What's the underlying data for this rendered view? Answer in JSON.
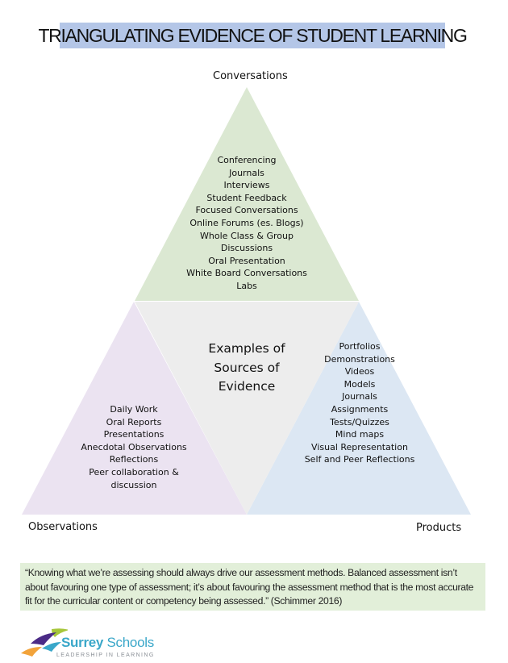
{
  "title": "TRIANGULATING EVIDENCE OF STUDENT LEARNING",
  "colors": {
    "title_bg": "#b4c6e7",
    "conversations": "#dbe8d2",
    "observations": "#ebe3f1",
    "products": "#dce7f3",
    "center": "#ededed",
    "quote_bg": "#e2efd9"
  },
  "vertices": {
    "top": "Conversations",
    "left": "Observations",
    "right": "Products"
  },
  "center_label": [
    "Examples of",
    "Sources of",
    "Evidence"
  ],
  "conversations_items": [
    "Conferencing",
    "Journals",
    "Interviews",
    "Student Feedback",
    "Focused Conversations",
    "Online Forums (es. Blogs)",
    "Whole Class & Group",
    "Discussions",
    "Oral Presentation",
    "White Board Conversations",
    "Labs"
  ],
  "observations_items": [
    "Daily Work",
    "Oral Reports",
    "Presentations",
    "Anecdotal Observations",
    "Reflections",
    "Peer collaboration &",
    "discussion"
  ],
  "products_items": [
    "Portfolios",
    "Demonstrations",
    "Videos",
    "Models",
    "Journals",
    "Assignments",
    "Tests/Quizzes",
    "Mind maps",
    "Visual Representation",
    "Self and Peer Reflections"
  ],
  "quote": "“Knowing what we’re assessing should always drive our assessment methods. Balanced assessment isn’t about favouring one type of assessment; it’s about favouring the assessment method that is the most accurate fit for the curricular content or competency being assessed.” (Schimmer 2016)",
  "logo": {
    "name_bold": "Surrey",
    "name_light": "Schools",
    "tagline": "LEADERSHIP IN LEARNING"
  }
}
